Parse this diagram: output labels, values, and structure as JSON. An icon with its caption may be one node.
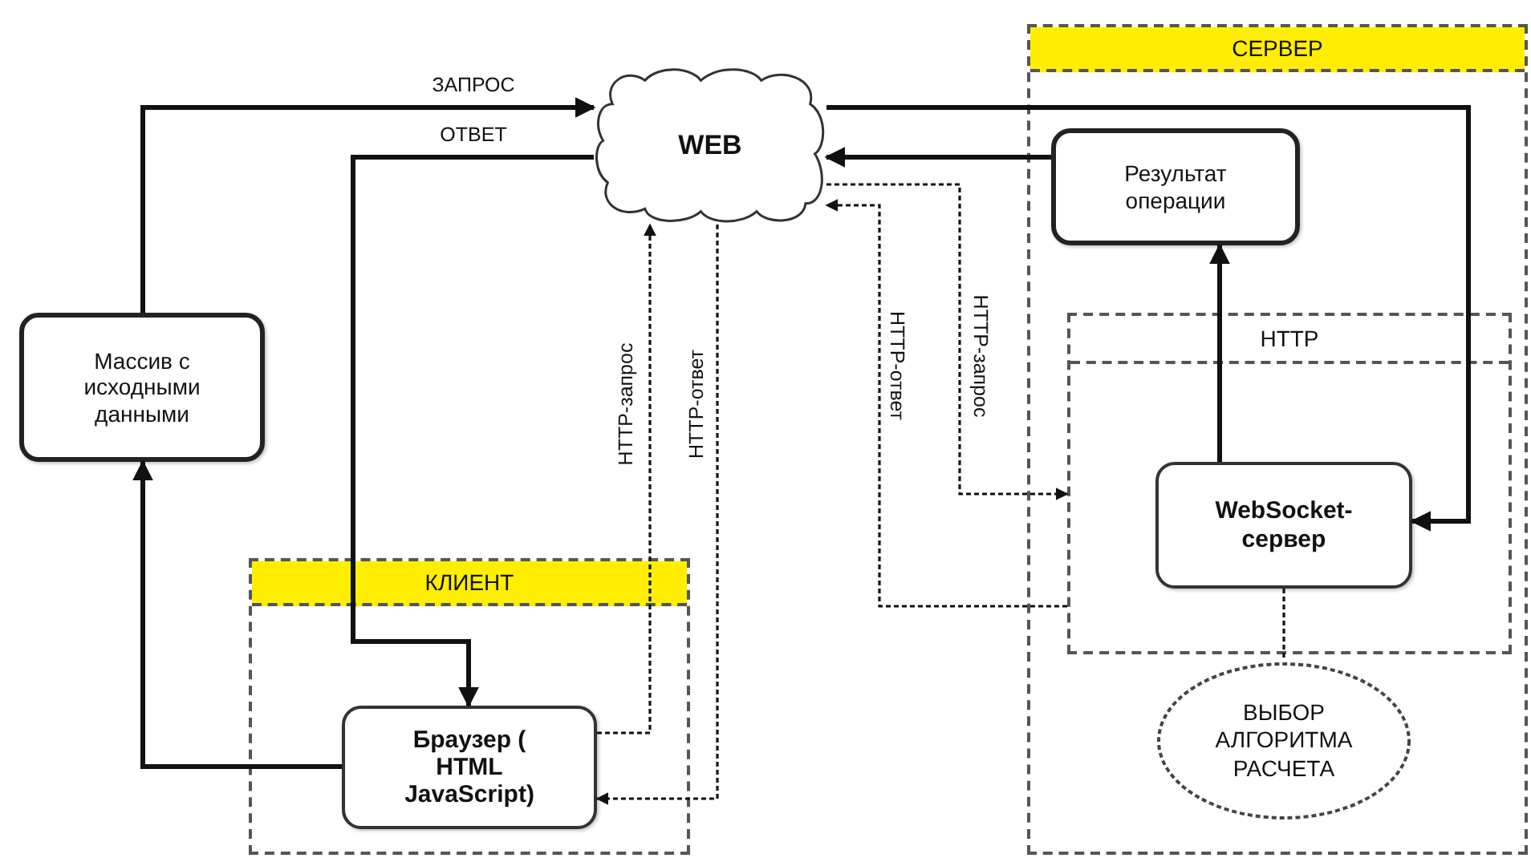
{
  "diagram": {
    "nodes": [
      {
        "text": [
          "Массив с исходными данными"
        ]
      },
      {
        "text": [
          "WEB"
        ]
      },
      {
        "text": [
          "СЕРВЕР"
        ]
      },
      {
        "text": [
          "Результат операции"
        ],
        "in": 2
      },
      {
        "text": [
          "HTTP"
        ],
        "in": 2
      },
      {
        "text": [
          "WebSocket-сервер"
        ],
        "in": 4
      },
      {
        "text": [
          "ВЫБОР АЛГОРИТМА РАСЧЕТА"
        ],
        "in": 2
      },
      {
        "text": [
          "КЛИЕНТ"
        ]
      },
      {
        "text": [
          "Браузер ( HTML JavaScript)"
        ],
        "in": 7
      }
    ],
    "edges": [
      {
        "from": 0,
        "to": 1,
        "arrow": "to",
        "label": "ЗАПРОС"
      },
      {
        "from": 1,
        "to": 8,
        "arrow": "to",
        "label": "ОТВЕТ"
      },
      {
        "from": 8,
        "to": 0,
        "arrow": "to"
      },
      {
        "from": 1,
        "to": 5,
        "arrow": "to"
      },
      {
        "from": 3,
        "to": 1,
        "arrow": "to"
      },
      {
        "from": 5,
        "to": 3,
        "arrow": "to"
      },
      {
        "from": 8,
        "to": 1,
        "arrow": "to",
        "label": "HTTP-запрос",
        "style": "dashed"
      },
      {
        "from": 1,
        "to": 8,
        "arrow": "to",
        "label": "HTTP-ответ",
        "style": "dashed"
      },
      {
        "from": 1,
        "to": 4,
        "arrow": "to",
        "label": "HTTP-запрос",
        "style": "dashed"
      },
      {
        "from": 4,
        "to": 1,
        "arrow": "to",
        "label": "HTTP-ответ",
        "style": "dashed"
      },
      {
        "from": 5,
        "to": 6,
        "arrow": "none",
        "style": "dashed"
      }
    ]
  }
}
